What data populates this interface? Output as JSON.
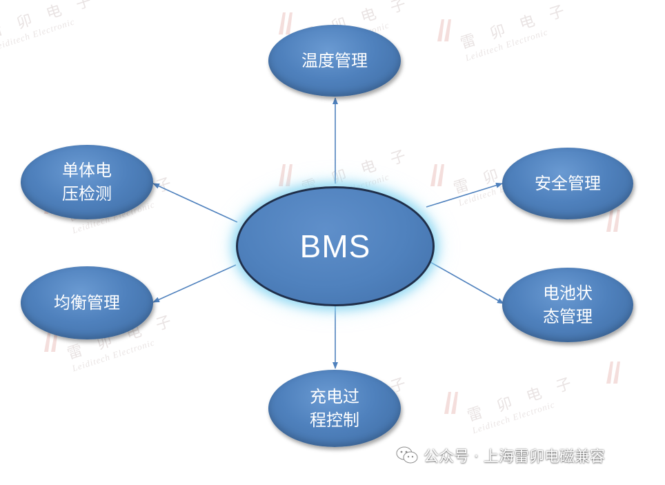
{
  "diagram": {
    "center": {
      "label": "BMS"
    },
    "nodes": [
      {
        "id": "temperature",
        "label": "温度管理"
      },
      {
        "id": "cell_voltage",
        "label": "单体电\n压检测"
      },
      {
        "id": "safety",
        "label": "安全管理"
      },
      {
        "id": "balancing",
        "label": "均衡管理"
      },
      {
        "id": "battery_state",
        "label": "电池状\n态管理"
      },
      {
        "id": "charging",
        "label": "充电过\n程控制"
      }
    ]
  },
  "watermark": {
    "cn": "雷 卯 电 子",
    "en": "Leiditech Electronic"
  },
  "footer": {
    "text": "公众号 · 上海雷卯电磁兼容",
    "icon": "wechat-icon"
  },
  "colors": {
    "node": "#4f81bd",
    "center_border": "#1f2f4a",
    "glow": "#82d2f0",
    "arrow": "#4f81bd"
  }
}
